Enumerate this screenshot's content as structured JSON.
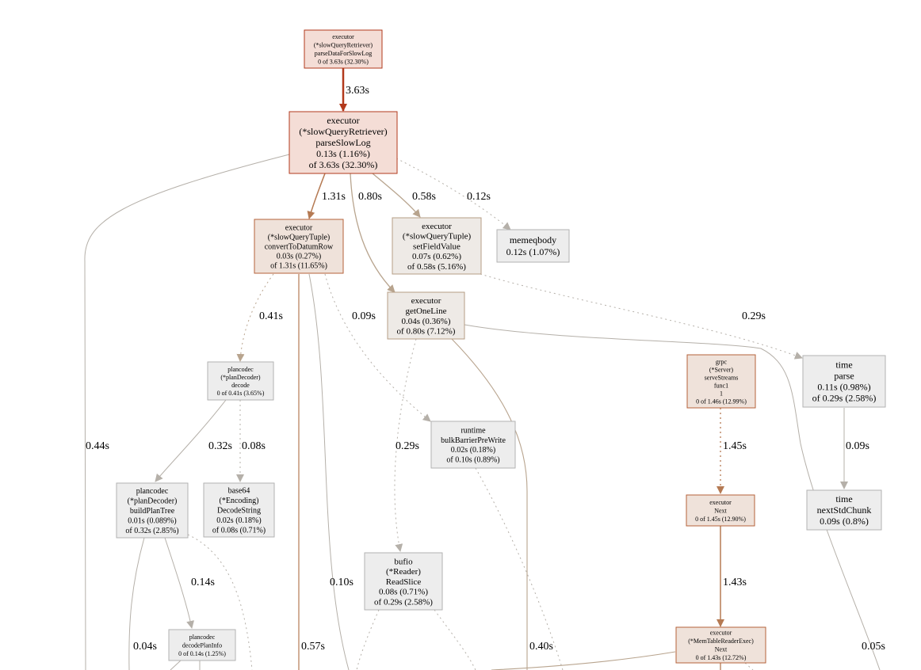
{
  "colors": {
    "hot_fill": "#f4ddd6",
    "hot_border": "#b2391c",
    "warm_fill": "#efe2da",
    "warm_border": "#b6623a",
    "mild_fill": "#eeeae6",
    "mild_border": "#b59d84",
    "cold_fill": "#ededed",
    "cold_border": "#b2b2b2",
    "hot_edge": "#b2391c",
    "warm_edge": "#b57a53",
    "mild_edge": "#b8a48e",
    "cold_edge": "#b5b0a9"
  },
  "nodes": [
    {
      "id": "parseDataForSlowLog",
      "heat": "hot",
      "lines": [
        "executor",
        "(*slowQueryRetriever)",
        "parseDataForSlowLog",
        "0 of 3.63s (32.30%)"
      ]
    },
    {
      "id": "parseSlowLog",
      "heat": "hot",
      "lines": [
        "executor",
        "(*slowQueryRetriever)",
        "parseSlowLog",
        "0.13s (1.16%)",
        "of 3.63s (32.30%)"
      ]
    },
    {
      "id": "convertToDatumRow",
      "heat": "warm",
      "lines": [
        "executor",
        "(*slowQueryTuple)",
        "convertToDatumRow",
        "0.03s (0.27%)",
        "of 1.31s (11.65%)"
      ]
    },
    {
      "id": "setFieldValue",
      "heat": "mild",
      "lines": [
        "executor",
        "(*slowQueryTuple)",
        "setFieldValue",
        "0.07s (0.62%)",
        "of 0.58s (5.16%)"
      ]
    },
    {
      "id": "memeqbody",
      "heat": "cold",
      "lines": [
        "memeqbody",
        "0.12s (1.07%)"
      ]
    },
    {
      "id": "getOneLine",
      "heat": "mild",
      "lines": [
        "executor",
        "getOneLine",
        "0.04s (0.36%)",
        "of 0.80s (7.12%)"
      ]
    },
    {
      "id": "planDecoderDecode",
      "heat": "cold",
      "lines": [
        "plancodec",
        "(*planDecoder)",
        "decode",
        "0 of 0.41s (3.65%)"
      ]
    },
    {
      "id": "serveStreams",
      "heat": "warm",
      "lines": [
        "grpc",
        "(*Server)",
        "serveStreams",
        "func1",
        "1",
        "0 of 1.46s (12.99%)"
      ]
    },
    {
      "id": "timeParse",
      "heat": "cold",
      "lines": [
        "time",
        "parse",
        "0.11s (0.98%)",
        "of 0.29s (2.58%)"
      ]
    },
    {
      "id": "bulkBarrierPreWrite",
      "heat": "cold",
      "lines": [
        "runtime",
        "bulkBarrierPreWrite",
        "0.02s (0.18%)",
        "of 0.10s (0.89%)"
      ]
    },
    {
      "id": "buildPlanTree",
      "heat": "cold",
      "lines": [
        "plancodec",
        "(*planDecoder)",
        "buildPlanTree",
        "0.01s (0.089%)",
        "of 0.32s (2.85%)"
      ]
    },
    {
      "id": "decodeString",
      "heat": "cold",
      "lines": [
        "base64",
        "(*Encoding)",
        "DecodeString",
        "0.02s (0.18%)",
        "of 0.08s (0.71%)"
      ]
    },
    {
      "id": "executorNext",
      "heat": "warm",
      "lines": [
        "executor",
        "Next",
        "0 of 1.45s (12.90%)"
      ]
    },
    {
      "id": "nextStdChunk",
      "heat": "cold",
      "lines": [
        "time",
        "nextStdChunk",
        "0.09s (0.8%)"
      ]
    },
    {
      "id": "readSlice",
      "heat": "cold",
      "lines": [
        "bufio",
        "(*Reader)",
        "ReadSlice",
        "0.08s (0.71%)",
        "of 0.29s (2.58%)"
      ]
    },
    {
      "id": "decodePlanInfo",
      "heat": "cold",
      "lines": [
        "plancodec",
        "decodePlanInfo",
        "0 of 0.14s (1.25%)"
      ]
    },
    {
      "id": "memTableReaderNext",
      "heat": "warm",
      "lines": [
        "executor",
        "(*MemTableReaderExec)",
        "Next",
        "0 of 1.43s (12.72%)"
      ]
    }
  ],
  "edges": [
    {
      "id": "e1",
      "label": "3.63s"
    },
    {
      "id": "e2",
      "label": "1.31s"
    },
    {
      "id": "e3",
      "label": "0.80s"
    },
    {
      "id": "e4",
      "label": "0.58s"
    },
    {
      "id": "e5",
      "label": "0.12s"
    },
    {
      "id": "e6",
      "label": "0.44s"
    },
    {
      "id": "e7",
      "label": "0.41s"
    },
    {
      "id": "e8",
      "label": "0.09s"
    },
    {
      "id": "e9",
      "label": "0.29s"
    },
    {
      "id": "e10",
      "label": "0.32s"
    },
    {
      "id": "e11",
      "label": "0.08s"
    },
    {
      "id": "e12",
      "label": "0.29s"
    },
    {
      "id": "e13",
      "label": "1.45s"
    },
    {
      "id": "e14",
      "label": "0.09s"
    },
    {
      "id": "e15",
      "label": "0.14s"
    },
    {
      "id": "e16",
      "label": "0.10s"
    },
    {
      "id": "e17",
      "label": "1.43s"
    },
    {
      "id": "e18",
      "label": "0.04s"
    },
    {
      "id": "e19",
      "label": "0.57s"
    },
    {
      "id": "e20",
      "label": "0.40s"
    },
    {
      "id": "e21",
      "label": "0.05s"
    }
  ]
}
